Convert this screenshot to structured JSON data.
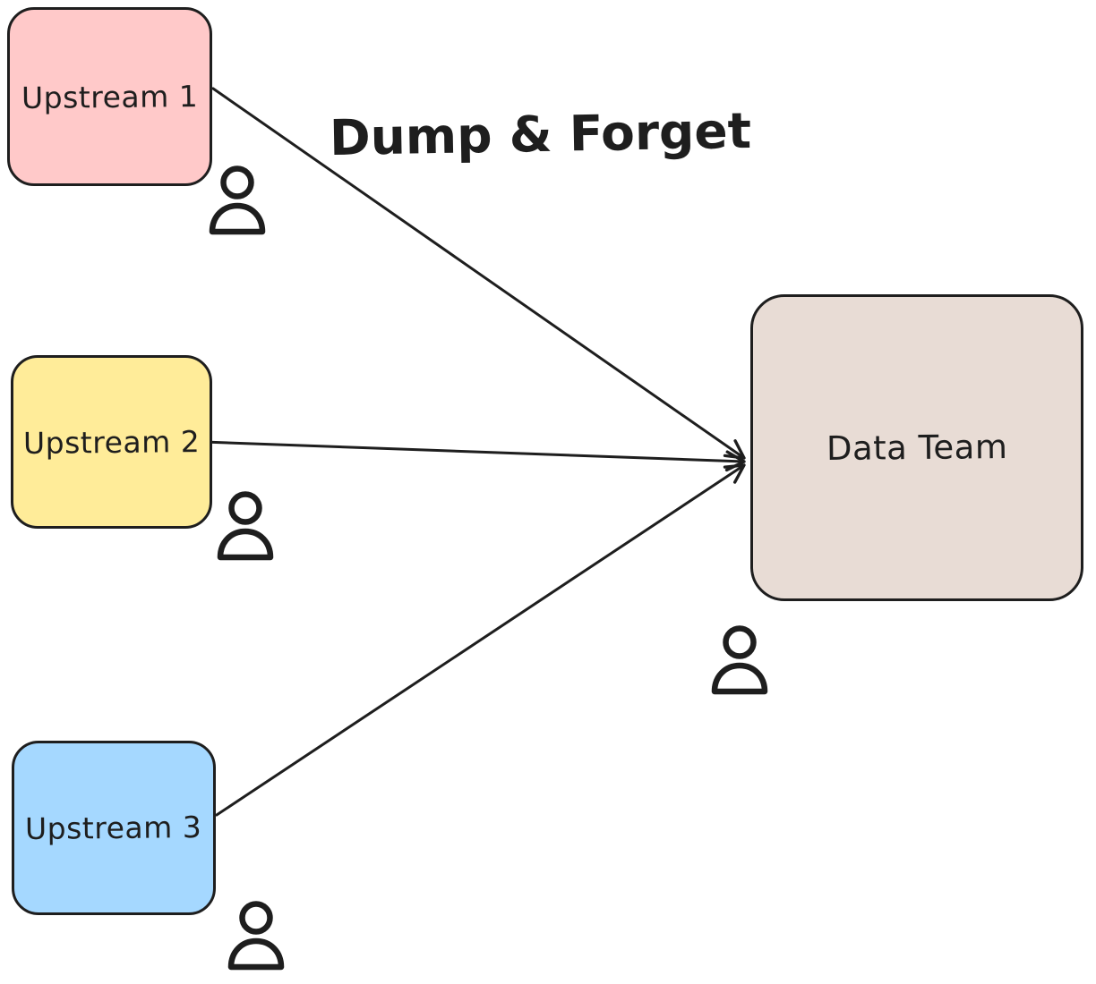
{
  "colors": {
    "background": "#ffffff",
    "stroke": "#1e1e1e",
    "upstream1_fill": "#ffc9c9",
    "upstream2_fill": "#ffec99",
    "upstream3_fill": "#a5d8ff",
    "data_team_fill": "#e8dcd5"
  },
  "diagram": {
    "nodes": [
      {
        "id": "upstream-1",
        "label": "Upstream 1",
        "fill": "#ffc9c9"
      },
      {
        "id": "upstream-2",
        "label": "Upstream 2",
        "fill": "#ffec99"
      },
      {
        "id": "upstream-3",
        "label": "Upstream 3",
        "fill": "#a5d8ff"
      },
      {
        "id": "data-team",
        "label": "Data Team",
        "fill": "#e8dcd5"
      }
    ],
    "edges": [
      {
        "from": "upstream-1",
        "to": "data-team",
        "label": "Dump & Forget"
      },
      {
        "from": "upstream-2",
        "to": "data-team",
        "label": ""
      },
      {
        "from": "upstream-3",
        "to": "data-team",
        "label": ""
      }
    ],
    "icons": [
      "person-icon",
      "person-icon",
      "person-icon",
      "person-icon"
    ]
  }
}
